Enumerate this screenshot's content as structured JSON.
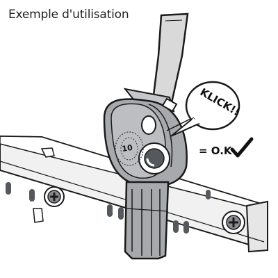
{
  "caption": "Exemple d'utilisation",
  "bubble_text": "KLICK!!",
  "dial_number": "10",
  "ok_text": "= O.K",
  "icons": {
    "checkmark": "check-mark-icon",
    "screw": "cross-screw-icon"
  },
  "colors": {
    "line": "#1a1a1a",
    "rail": "#f1f1f1",
    "clamp": "#a7a9ad",
    "clamp_dark": "#7b7d81",
    "strap": "#d9d9d9"
  }
}
